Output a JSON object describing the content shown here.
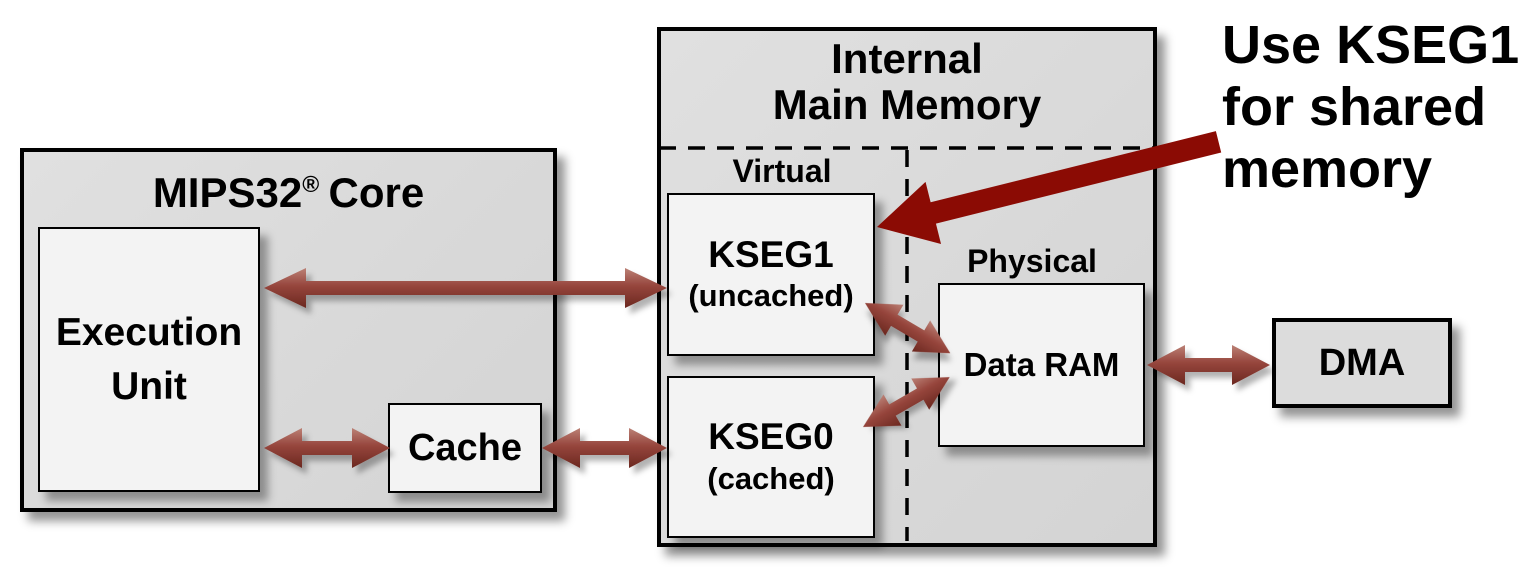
{
  "mips_core": {
    "title": {
      "pre": "MIPS32",
      "sup": "®",
      "post": "Core"
    },
    "execution_unit_lines": [
      "Execution",
      "Unit"
    ],
    "cache_label": "Cache"
  },
  "main_memory": {
    "title_lines": [
      "Internal",
      "Main Memory"
    ],
    "virtual_label": "Virtual",
    "physical_label": "Physical",
    "kseg1_name": "KSEG1",
    "kseg1_qualifier": "(uncached)",
    "kseg0_name": "KSEG0",
    "kseg0_qualifier": "(cached)",
    "data_ram_label": "Data RAM"
  },
  "dma_label": "DMA",
  "annotation_lines": [
    "Use KSEG1",
    "for shared",
    "memory"
  ],
  "colors": {
    "annotation_arrow": "#8b0b04",
    "connector_grad_light": "#bb8176",
    "connector_grad_mid": "#96453c",
    "connector_grad_dark": "#6b2820"
  }
}
